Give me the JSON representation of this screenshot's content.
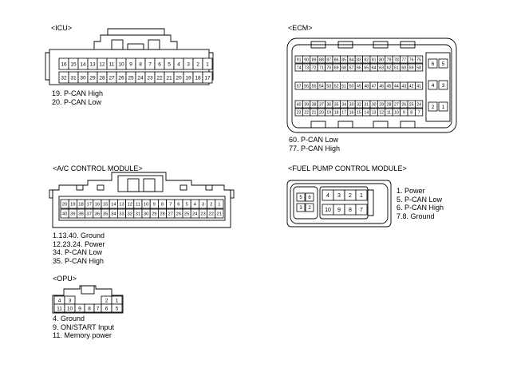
{
  "icu": {
    "title": "<ICU>",
    "row1": [
      "16",
      "15",
      "14",
      "13",
      "12",
      "11",
      "10",
      "9",
      "8",
      "7",
      "6",
      "5",
      "4",
      "3",
      "2",
      "1"
    ],
    "row2": [
      "32",
      "31",
      "30",
      "29",
      "28",
      "27",
      "26",
      "25",
      "24",
      "23",
      "22",
      "21",
      "20",
      "19",
      "18",
      "17"
    ],
    "notes": [
      "19. P-CAN High",
      "20. P-CAN Low"
    ]
  },
  "ecm": {
    "title": "<ECM>",
    "row1": [
      "91",
      "90",
      "89",
      "88",
      "87",
      "86",
      "85",
      "84",
      "83",
      "82",
      "81",
      "80",
      "79",
      "78",
      "77",
      "76",
      "75"
    ],
    "row2": [
      "74",
      "73",
      "72",
      "71",
      "70",
      "69",
      "68",
      "67",
      "66",
      "65",
      "64",
      "63",
      "62",
      "61",
      "60",
      "59",
      "58"
    ],
    "row3": [
      "57",
      "56",
      "55",
      "54",
      "53",
      "52",
      "51",
      "50",
      "49",
      "48",
      "47",
      "46",
      "45",
      "44",
      "43",
      "42",
      "41"
    ],
    "row4": [
      "40",
      "39",
      "38",
      "37",
      "36",
      "35",
      "34",
      "33",
      "32",
      "31",
      "30",
      "29",
      "28",
      "27",
      "26",
      "25",
      "24"
    ],
    "row5": [
      "23",
      "22",
      "21",
      "20",
      "19",
      "18",
      "17",
      "16",
      "15",
      "14",
      "13",
      "12",
      "11",
      "10",
      "9",
      "8",
      "7"
    ],
    "side": [
      "6",
      "5",
      "4",
      "3",
      "2",
      "1"
    ],
    "notes": [
      "60. P-CAN Low",
      "77. P-CAN High"
    ]
  },
  "ac": {
    "title": "<A/C CONTROL MODULE>",
    "row1": [
      "20",
      "19",
      "18",
      "17",
      "16",
      "15",
      "14",
      "13",
      "12",
      "11",
      "10",
      "9",
      "8",
      "7",
      "6",
      "5",
      "4",
      "3",
      "2",
      "1"
    ],
    "row2": [
      "40",
      "39",
      "38",
      "37",
      "36",
      "35",
      "34",
      "33",
      "32",
      "31",
      "30",
      "29",
      "28",
      "27",
      "26",
      "25",
      "24",
      "23",
      "22",
      "21"
    ],
    "notes": [
      "1.13.40. Ground",
      "12.23.24. Power",
      "34. P-CAN Low",
      "35. P-CAN High"
    ]
  },
  "fuel": {
    "title": "<FUEL PUMP CONTROL MODULE>",
    "small_pins": [
      "5",
      "6",
      "3",
      "2"
    ],
    "row1": [
      "4",
      "3",
      "2",
      "1"
    ],
    "row2": [
      "10",
      "9",
      "8",
      "7"
    ],
    "notes": [
      "1. Power",
      "5. P-CAN Low",
      "6. P-CAN High",
      "7.8. Ground"
    ]
  },
  "opu": {
    "title": "<OPU>",
    "top_left": [
      "4",
      "3"
    ],
    "top_right": [
      "2",
      "1"
    ],
    "bottom": [
      "11",
      "10",
      "9",
      "8",
      "7",
      "6",
      "5"
    ],
    "notes": [
      "4. Ground",
      "9. ON/START Input",
      "11. Memory power"
    ]
  }
}
